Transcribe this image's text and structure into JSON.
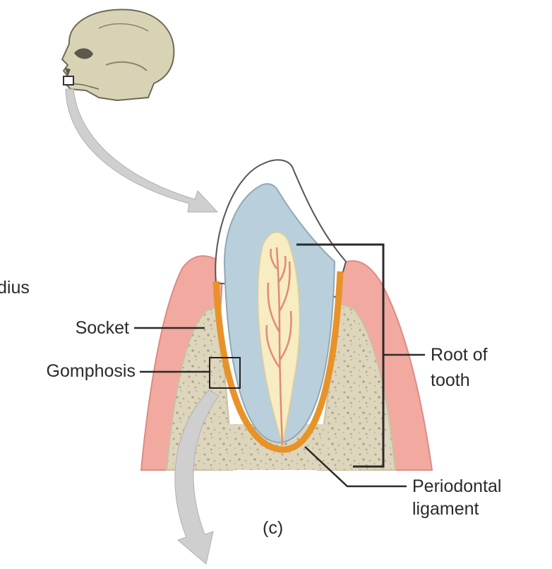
{
  "figure": {
    "panel_label": "(c)",
    "labels": {
      "cut_off_left": "dius",
      "socket": "Socket",
      "gomphosis": "Gomphosis",
      "root_line1": "Root of",
      "root_line2": "tooth",
      "ligament_line1": "Periodontal",
      "ligament_line2": "ligament"
    }
  },
  "colors": {
    "bone": "#d9d3b6",
    "gum": "#f2a9a0",
    "dentin": "#b9cfdc",
    "pulp": "#f7ecc2",
    "ligament": "#e8932a",
    "leader_line": "#2a2a2a",
    "arrow": "#c8c8c8"
  }
}
